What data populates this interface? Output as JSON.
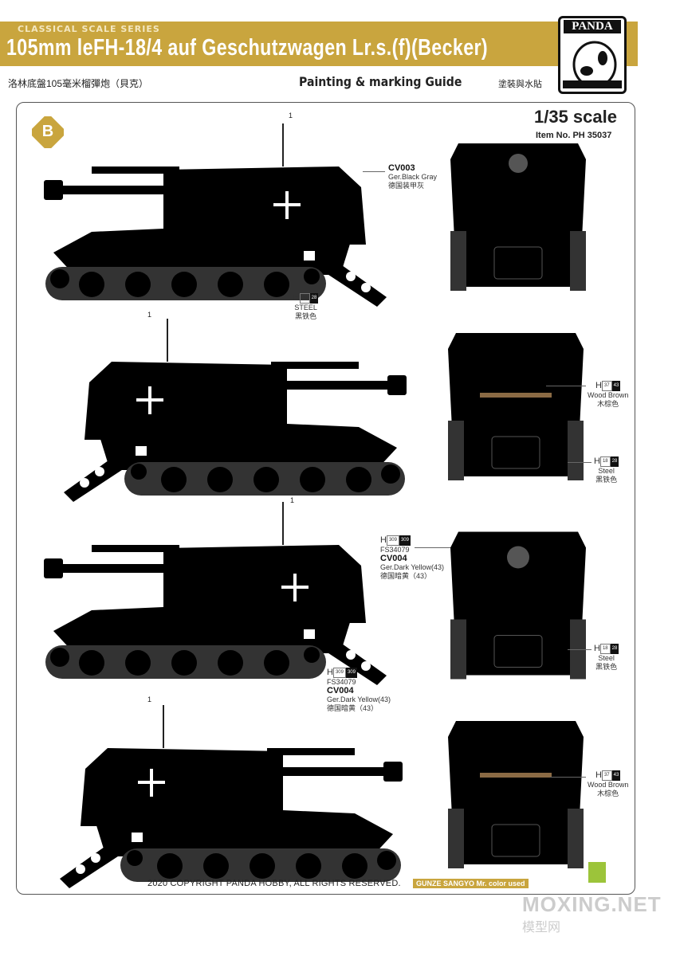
{
  "header": {
    "series": "CLASSICAL SCALE SERIES",
    "title": "105mm leFH-18/4 auf Geschutzwagen Lr.s.(f)(Becker)",
    "logo": "PANDA",
    "subtitle_cn": "洛林底盤105毫米榴彈炮（貝克）",
    "guide": "Painting & marking Guide",
    "guide_cn": "塗裝與水貼"
  },
  "scheme": {
    "badge": "B",
    "scale": "1/35 scale",
    "item_no": "Item No. PH 35037"
  },
  "colors": {
    "gold": "#c9a53e",
    "black_gray": "#2d2d2d",
    "dark_yellow": "#cbb37d",
    "track": "#3a3a3a"
  },
  "views": [
    {
      "decal": "1",
      "callouts": [
        {
          "code": "CV003",
          "name": "Ger.Black Gray",
          "cn": "德国装甲灰"
        },
        {
          "h": "H",
          "box1": "18",
          "box2": "28",
          "name": "STEEL",
          "cn": "黑铁色"
        }
      ]
    },
    {
      "decal": "1",
      "callouts": [
        {
          "h": "H",
          "box1": "37",
          "box2": "43",
          "name": "Wood Brown",
          "cn": "木棕色"
        },
        {
          "h": "H",
          "box1": "18",
          "box2": "28",
          "name": "Steel",
          "cn": "黑铁色"
        }
      ]
    },
    {
      "decal": "1",
      "callouts": [
        {
          "h": "H",
          "box1": "309",
          "box2": "309",
          "fs": "FS34079",
          "code": "CV004",
          "name": "Ger.Dark Yellow(43)",
          "cn": "德国暗黄（43）"
        },
        {
          "h": "H",
          "box1": "18",
          "box2": "28",
          "name": "Steel",
          "cn": "黑铁色"
        }
      ]
    },
    {
      "decal": "1",
      "callouts": [
        {
          "h": "H",
          "box1": "309",
          "box2": "309",
          "fs": "FS34079",
          "code": "CV004",
          "name": "Ger.Dark Yellow(43)",
          "cn": "德国暗黄（43）"
        },
        {
          "h": "H",
          "box1": "37",
          "box2": "43",
          "name": "Wood Brown",
          "cn": "木棕色"
        }
      ]
    }
  ],
  "footer": {
    "copyright": "2020 COPYRIGHT PANDA HOBBY, ALL RIGHTS RESERVED.",
    "paint": "GUNZE SANGYO Mr. color used",
    "watermark": "MOXING.NET",
    "watermark_cn": "模型网"
  }
}
